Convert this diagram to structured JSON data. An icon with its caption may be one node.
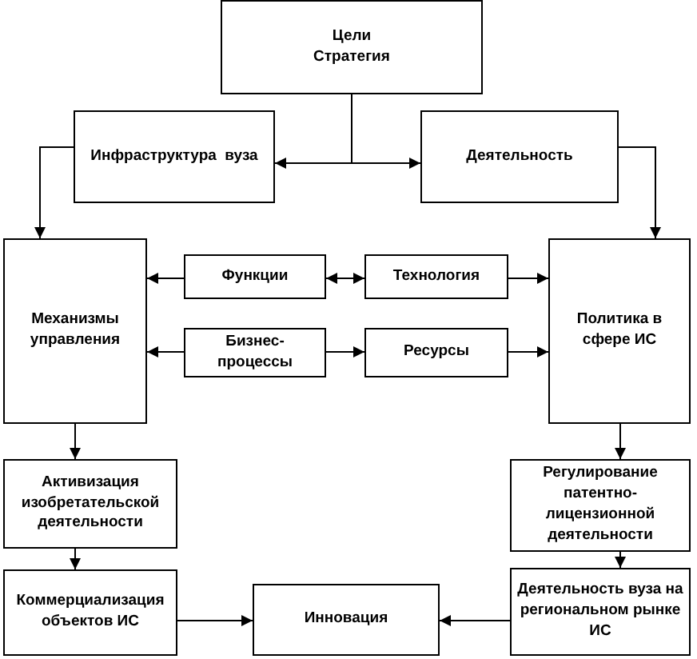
{
  "diagram": {
    "nodes": [
      {
        "text": [
          "Цели Стратегия"
        ]
      },
      {
        "text": [
          "Инфраструктура  вуза"
        ]
      },
      {
        "text": [
          "Деятельность"
        ]
      },
      {
        "text": [
          "Механизмы управления"
        ]
      },
      {
        "text": [
          "Функции"
        ]
      },
      {
        "text": [
          "Технология"
        ]
      },
      {
        "text": [
          "Бизнес-процессы"
        ]
      },
      {
        "text": [
          "Ресурсы"
        ]
      },
      {
        "text": [
          "Политика в сфере ИС"
        ]
      },
      {
        "text": [
          "Активизация изобретательской деятельности"
        ]
      },
      {
        "text": [
          "Регулирование патентно-лицензионной деятельности"
        ]
      },
      {
        "text": [
          "Коммерциализация объектов ИС"
        ]
      },
      {
        "text": [
          "Инновация"
        ]
      },
      {
        "text": [
          "Деятельность вуза на региональном рынке ИС"
        ]
      }
    ],
    "edges": [
      {
        "from": 0,
        "to": 1,
        "arrow": "to"
      },
      {
        "from": 0,
        "to": 2,
        "arrow": "to"
      },
      {
        "from": 1,
        "to": 3,
        "arrow": "to"
      },
      {
        "from": 2,
        "to": 8,
        "arrow": "to"
      },
      {
        "from": 4,
        "to": 3,
        "arrow": "to"
      },
      {
        "from": 4,
        "to": 5,
        "arrow": "both"
      },
      {
        "from": 5,
        "to": 8,
        "arrow": "to"
      },
      {
        "from": 6,
        "to": 3,
        "arrow": "to"
      },
      {
        "from": 6,
        "to": 7,
        "arrow": "to"
      },
      {
        "from": 7,
        "to": 8,
        "arrow": "to"
      },
      {
        "from": 3,
        "to": 9,
        "arrow": "to"
      },
      {
        "from": 8,
        "to": 10,
        "arrow": "to"
      },
      {
        "from": 9,
        "to": 11,
        "arrow": "to"
      },
      {
        "from": 10,
        "to": 13,
        "arrow": "to"
      },
      {
        "from": 11,
        "to": 12,
        "arrow": "to"
      },
      {
        "from": 13,
        "to": 12,
        "arrow": "to"
      }
    ]
  }
}
